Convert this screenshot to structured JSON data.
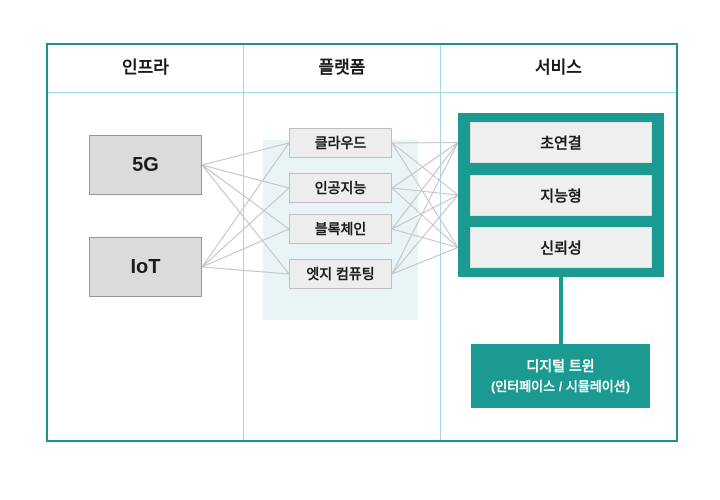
{
  "colors": {
    "teal": "#1b9a92",
    "frame_border": "#1c948d",
    "divider": "#a6d9d9",
    "platform_bg": "#e9f4f6",
    "connection_line": "#c5c5c5",
    "infra_box_fill": "#dbdbdb",
    "platform_box_fill": "#ededed",
    "service_box_fill": "#efefef",
    "twin_text": "#ffffff"
  },
  "table": {
    "headers": [
      {
        "label": "인프라"
      },
      {
        "label": "플랫폼"
      },
      {
        "label": "서비스"
      }
    ]
  },
  "infra": {
    "items": [
      {
        "label": "5G"
      },
      {
        "label": "IoT"
      }
    ]
  },
  "platform": {
    "items": [
      {
        "label": "클라우드"
      },
      {
        "label": "인공지능"
      },
      {
        "label": "블록체인"
      },
      {
        "label": "엣지 컴퓨팅"
      }
    ]
  },
  "services": {
    "items": [
      {
        "label": "초연결"
      },
      {
        "label": "지능형"
      },
      {
        "label": "신뢰성"
      }
    ]
  },
  "digital_twin": {
    "line1": "디지털 트윈",
    "line2": "(인터페이스 / 시뮬레이션)"
  },
  "connections": {
    "infra_to_platform": [
      [
        "5G",
        "클라우드"
      ],
      [
        "5G",
        "인공지능"
      ],
      [
        "5G",
        "블록체인"
      ],
      [
        "5G",
        "엣지 컴퓨팅"
      ],
      [
        "IoT",
        "클라우드"
      ],
      [
        "IoT",
        "인공지능"
      ],
      [
        "IoT",
        "블록체인"
      ],
      [
        "IoT",
        "엣지 컴퓨팅"
      ]
    ],
    "platform_to_services": [
      [
        "클라우드",
        "초연결"
      ],
      [
        "클라우드",
        "지능형"
      ],
      [
        "클라우드",
        "신뢰성"
      ],
      [
        "인공지능",
        "초연결"
      ],
      [
        "인공지능",
        "지능형"
      ],
      [
        "인공지능",
        "신뢰성"
      ],
      [
        "블록체인",
        "초연결"
      ],
      [
        "블록체인",
        "지능형"
      ],
      [
        "블록체인",
        "신뢰성"
      ],
      [
        "엣지 컴퓨팅",
        "초연결"
      ],
      [
        "엣지 컴퓨팅",
        "지능형"
      ],
      [
        "엣지 컴퓨팅",
        "신뢰성"
      ]
    ]
  }
}
